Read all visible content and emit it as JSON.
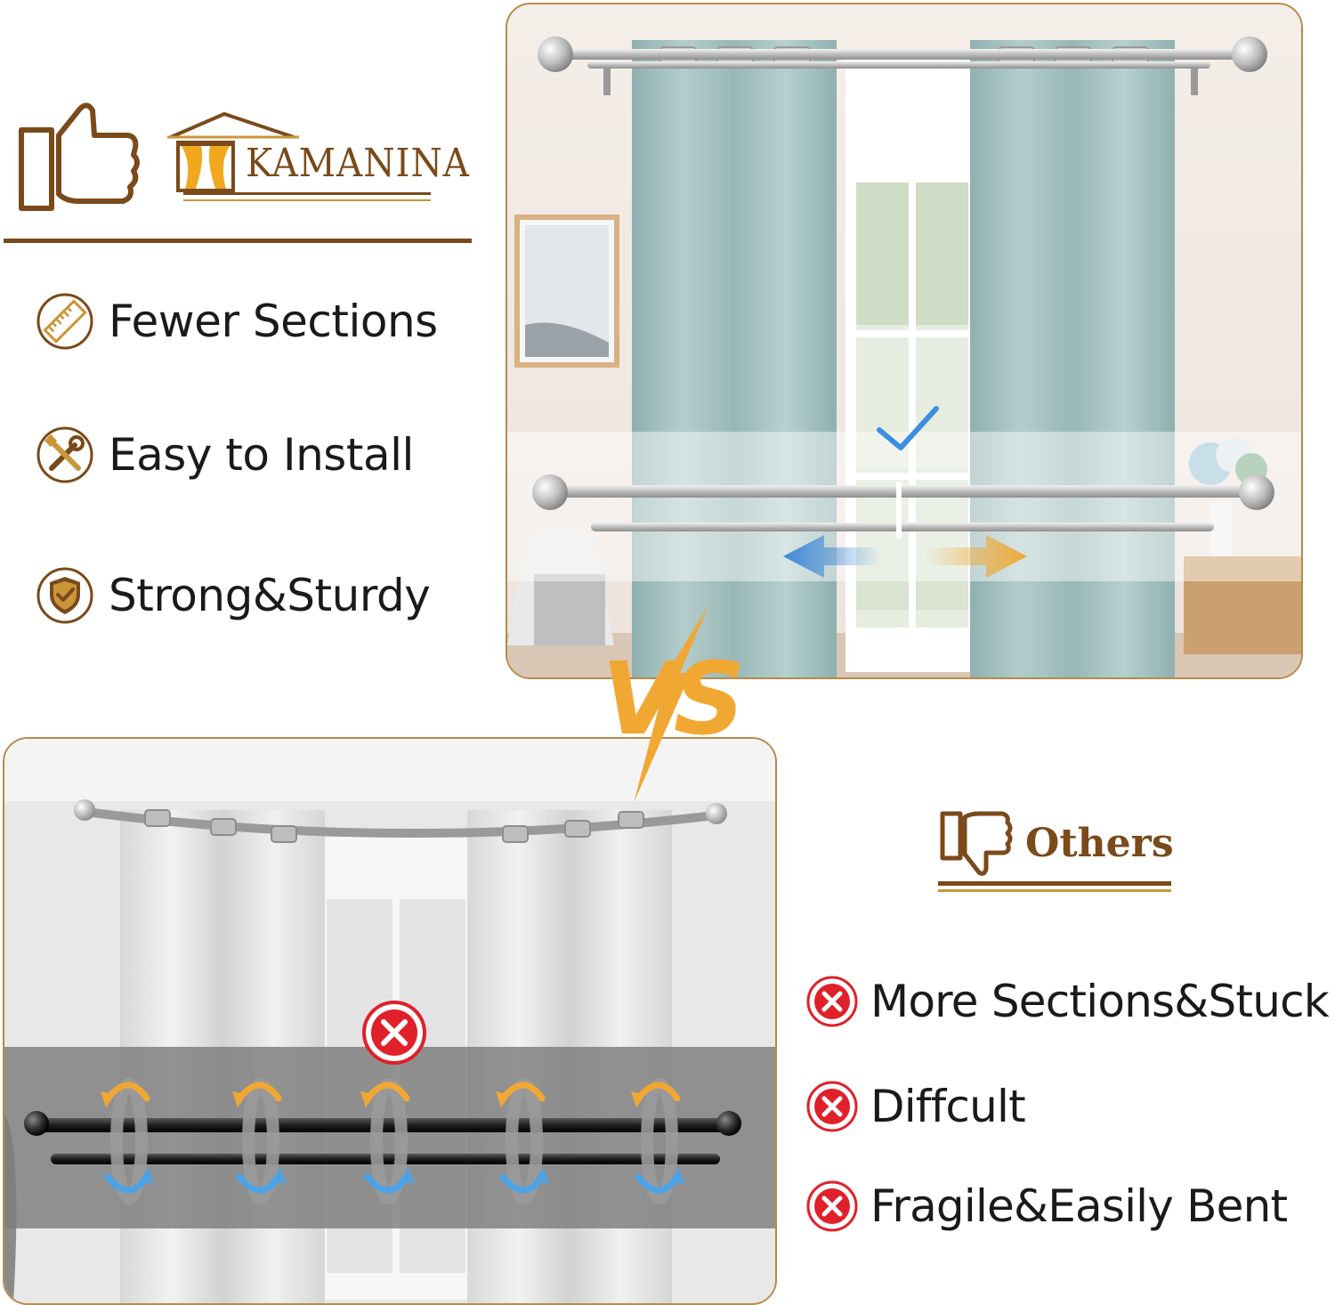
{
  "brand": {
    "name": "KAMANINA"
  },
  "features": [
    {
      "label": "Fewer Sections",
      "icon": "ruler-icon"
    },
    {
      "label": "Easy to Install",
      "icon": "tools-icon"
    },
    {
      "label": "Strong&Sturdy",
      "icon": "shield-check-icon"
    }
  ],
  "comparison": {
    "vs_label": "VS"
  },
  "others": {
    "title": "Others",
    "items": [
      {
        "label": "More Sections&Stuck",
        "icon": "x-circle-icon"
      },
      {
        "label": "Diffcult",
        "icon": "x-circle-icon"
      },
      {
        "label": "Fragile&Easily Bent",
        "icon": "x-circle-icon"
      }
    ]
  },
  "colors": {
    "brand_brown": "#7a4a1a",
    "brand_gold": "#c9963a",
    "accent_orange": "#f0a833",
    "accent_blue": "#4a9ad8",
    "reject_red": "#e0202a",
    "curtain_teal": "#a9c4c3"
  }
}
